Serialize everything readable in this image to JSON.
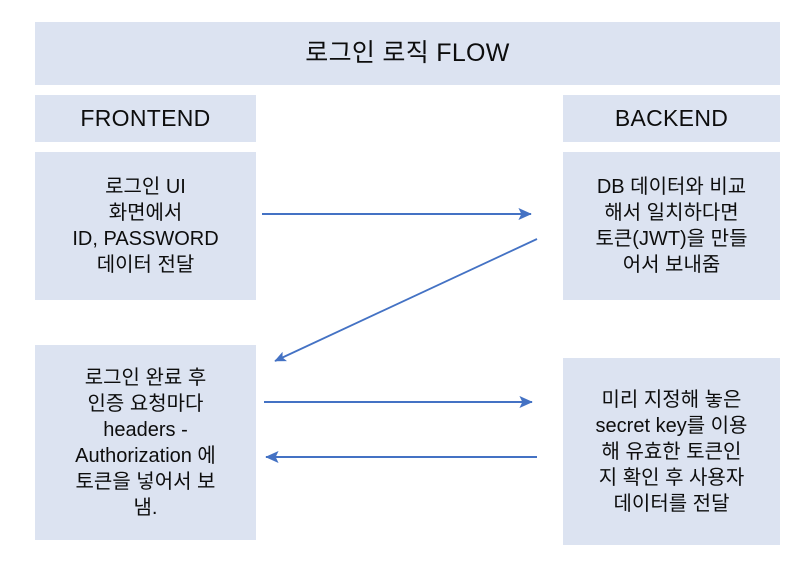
{
  "diagram": {
    "title": "로그인 로직 FLOW",
    "columns": {
      "left_header": "FRONTEND",
      "right_header": "BACKEND"
    },
    "boxes": {
      "frontend_top": "로그인 UI\n화면에서\nID, PASSWORD\n데이터 전달",
      "backend_top": "DB 데이터와 비교\n해서 일치하다면\n토큰(JWT)을 만들\n어서 보내줌",
      "frontend_bottom": "로그인 완료 후\n인증 요청마다\nheaders -\nAuthorization 에\n토큰을 넣어서 보\n냄.",
      "backend_bottom": "미리 지정해 놓은\nsecret key를 이용\n해 유효한 토큰인\n지 확인 후 사용자\n데이터를 전달"
    },
    "arrows": [
      {
        "name": "frontend-to-backend-login-request",
        "direction": "right"
      },
      {
        "name": "backend-to-frontend-token-response",
        "direction": "down-left"
      },
      {
        "name": "frontend-to-backend-authorized-request",
        "direction": "right"
      },
      {
        "name": "backend-to-frontend-user-data",
        "direction": "left"
      }
    ],
    "colors": {
      "box_fill": "#dce3f1",
      "arrow": "#4472c4",
      "text": "#0d0d0d",
      "background": "#ffffff"
    }
  }
}
